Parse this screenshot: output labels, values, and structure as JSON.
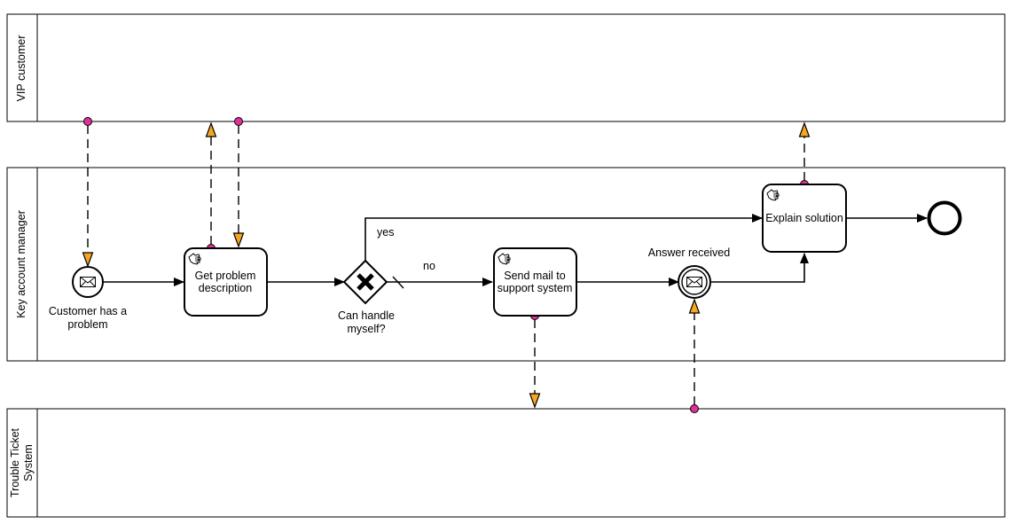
{
  "pools": [
    {
      "id": "vip",
      "label": "VIP customer"
    },
    {
      "id": "kam",
      "label": "Key account manager"
    },
    {
      "id": "tts",
      "label_lines": [
        "Trouble Ticket",
        "System"
      ]
    }
  ],
  "events": {
    "start": {
      "label_lines": [
        "Customer has a",
        "problem"
      ],
      "icon": "envelope-icon"
    },
    "intermediate": {
      "label": "Answer received",
      "icon": "envelope-icon"
    },
    "end": {
      "label": ""
    }
  },
  "tasks": [
    {
      "id": "get-problem",
      "label_lines": [
        "Get problem",
        "description"
      ],
      "icon": "user-hand-icon"
    },
    {
      "id": "send-mail",
      "label_lines": [
        "Send mail to",
        "support system"
      ],
      "icon": "user-hand-icon"
    },
    {
      "id": "explain",
      "label_lines": [
        "Explain solution"
      ],
      "icon": "user-hand-icon"
    }
  ],
  "gateway": {
    "label_lines": [
      "Can handle",
      "myself?"
    ],
    "icon": "x-icon"
  },
  "flow_labels": {
    "yes": "yes",
    "no": "no"
  },
  "colors": {
    "message_arrow": "#f5a623",
    "message_source_dot": "#e0309a",
    "stroke": "#000000"
  }
}
